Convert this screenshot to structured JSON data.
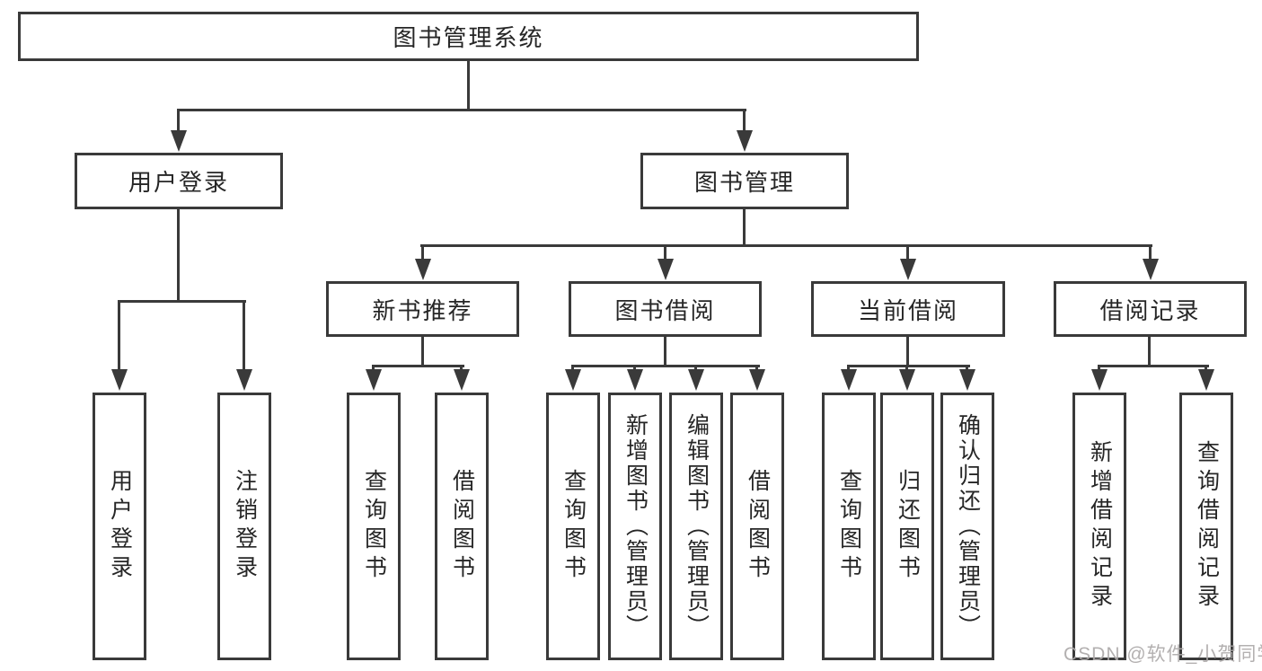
{
  "diagram": {
    "title": "图书管理系统",
    "level2": {
      "user_login": "用户登录",
      "book_mgmt": "图书管理"
    },
    "level3": {
      "new_book": "新书推荐",
      "book_borrow": "图书借阅",
      "current_borrow": "当前借阅",
      "borrow_records": "借阅记录"
    },
    "leaves": {
      "user_login": "用户登录",
      "logout": "注销登录",
      "nb_query": "查询图书",
      "nb_borrow": "借阅图书",
      "bb_query": "查询图书",
      "bb_add": "新增图书（管理员）",
      "bb_edit": "编辑图书（管理员）",
      "bb_borrow": "借阅图书",
      "cb_query": "查询图书",
      "cb_return": "归还图书",
      "cb_confirm": "确认归还（管理员）",
      "br_add": "新增借阅记录",
      "br_query": "查询借阅记录"
    }
  },
  "watermark": {
    "text": "CSDN @软件_小贺同学"
  },
  "colors": {
    "line": "#3a3a3a",
    "box_border": "#3a3a3a",
    "text": "#262626",
    "watermark_text": "#aca9a9",
    "background": "#ffffff"
  }
}
